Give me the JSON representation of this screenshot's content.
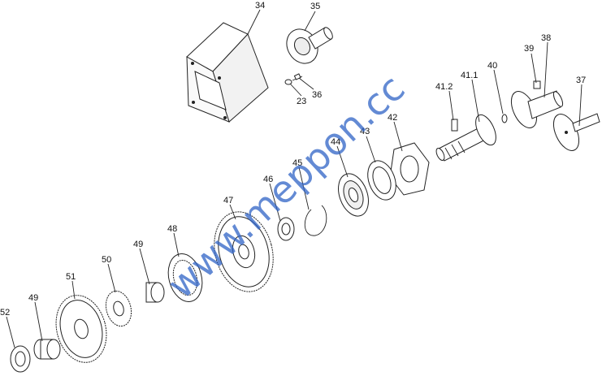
{
  "labels": {
    "p34": "34",
    "p35": "35",
    "p36": "36",
    "p23": "23",
    "p37": "37",
    "p38": "38",
    "p39": "39",
    "p40": "40",
    "p41_1": "41.1",
    "p41_2": "41.2",
    "p42": "42",
    "p43": "43",
    "p44": "44",
    "p45": "45",
    "p46": "46",
    "p47": "47",
    "p48": "48",
    "p49a": "49",
    "p50": "50",
    "p51": "51",
    "p49b": "49",
    "p52": "52"
  },
  "watermark": "www.meppon.cc",
  "colors": {
    "line": "#222222",
    "watermark": "#2f63c6",
    "background": "#ffffff"
  }
}
